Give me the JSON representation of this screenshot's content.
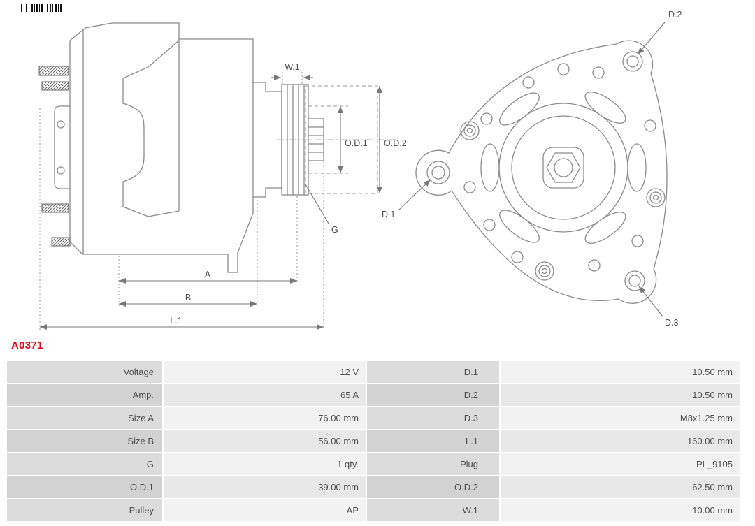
{
  "part_number": "A0371",
  "diagram": {
    "labels": {
      "w1": "W.1",
      "od1": "O.D.1",
      "od2": "O.D.2",
      "g": "G",
      "a": "A",
      "b": "B",
      "l1": "L.1",
      "d1": "D.1",
      "d2": "D.2",
      "d3": "D.3"
    }
  },
  "table": {
    "rows": [
      {
        "label1": "Voltage",
        "value1": "12 V",
        "label2": "D.1",
        "value2": "10.50 mm"
      },
      {
        "label1": "Amp.",
        "value1": "65 A",
        "label2": "D.2",
        "value2": "10.50 mm"
      },
      {
        "label1": "Size A",
        "value1": "76.00 mm",
        "label2": "D.3",
        "value2": "M8x1.25 mm"
      },
      {
        "label1": "Size B",
        "value1": "56.00 mm",
        "label2": "L.1",
        "value2": "160.00 mm"
      },
      {
        "label1": "G",
        "value1": "1 qty.",
        "label2": "Plug",
        "value2": "PL_9105"
      },
      {
        "label1": "O.D.1",
        "value1": "39.00 mm",
        "label2": "O.D.2",
        "value2": "62.50 mm"
      },
      {
        "label1": "Pulley",
        "value1": "AP",
        "label2": "W.1",
        "value2": "10.00 mm"
      }
    ]
  },
  "colors": {
    "part_number_red": "#e30613",
    "drawing_line": "#8a8a8a",
    "dimension_line": "#777777",
    "table_label_bg": "#dcdcdc",
    "table_label_bg_alt": "#d2d2d2",
    "table_value_bg": "#f2f2f2",
    "table_value_bg_alt": "#e8e8e8",
    "text": "#4d4d4d"
  }
}
